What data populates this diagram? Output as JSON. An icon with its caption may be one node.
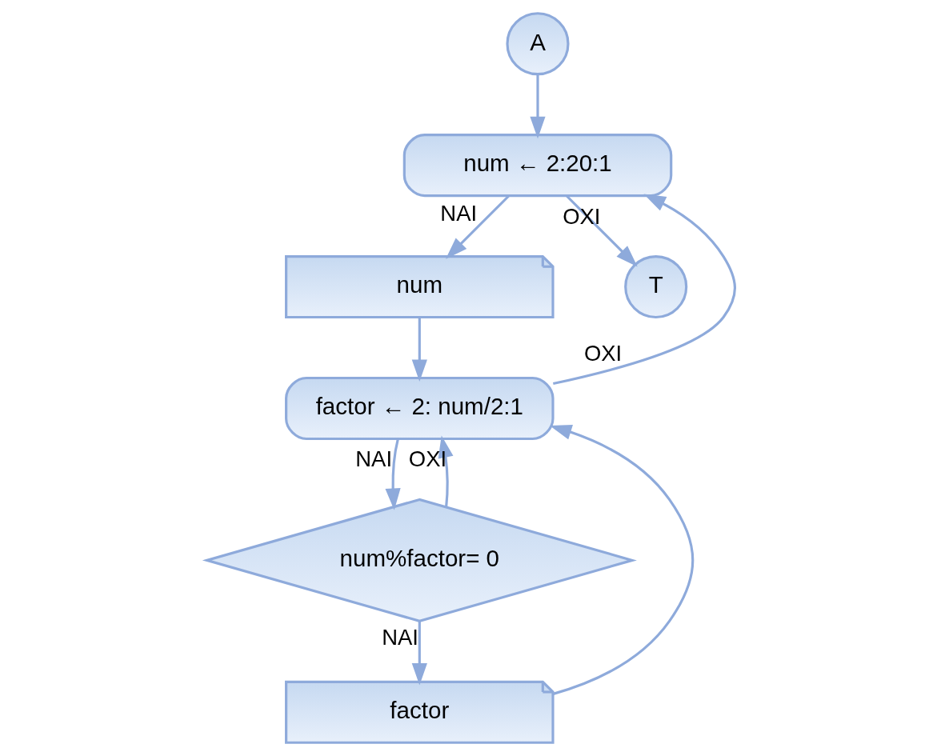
{
  "diagram": {
    "nodes": [
      {
        "text": [
          "A"
        ]
      },
      {
        "text": [
          "num ← 2:20:1"
        ]
      },
      {
        "text": [
          "num"
        ]
      },
      {
        "text": [
          "factor ← 2: num/2:1"
        ]
      },
      {
        "text": [
          "num%factor= 0"
        ]
      },
      {
        "text": [
          "factor"
        ]
      },
      {
        "text": [
          "T"
        ]
      }
    ],
    "edges": [
      {
        "from": 0,
        "to": 1,
        "arrow": "to"
      },
      {
        "from": 1,
        "to": 6,
        "label": "OXI",
        "arrow": "to"
      },
      {
        "from": 1,
        "to": 2,
        "label": "NAI",
        "arrow": "to"
      },
      {
        "from": 2,
        "to": 3,
        "arrow": "to"
      },
      {
        "from": 3,
        "to": 4,
        "label": "NAI",
        "arrow": "to"
      },
      {
        "from": 4,
        "to": 5,
        "label": "NAI",
        "arrow": "to"
      },
      {
        "from": 4,
        "to": 3,
        "label": "OXI",
        "arrow": "to"
      },
      {
        "from": 5,
        "to": 3,
        "arrow": "to"
      },
      {
        "from": 3,
        "to": 1,
        "label": "OXI",
        "arrow": "to"
      }
    ]
  }
}
